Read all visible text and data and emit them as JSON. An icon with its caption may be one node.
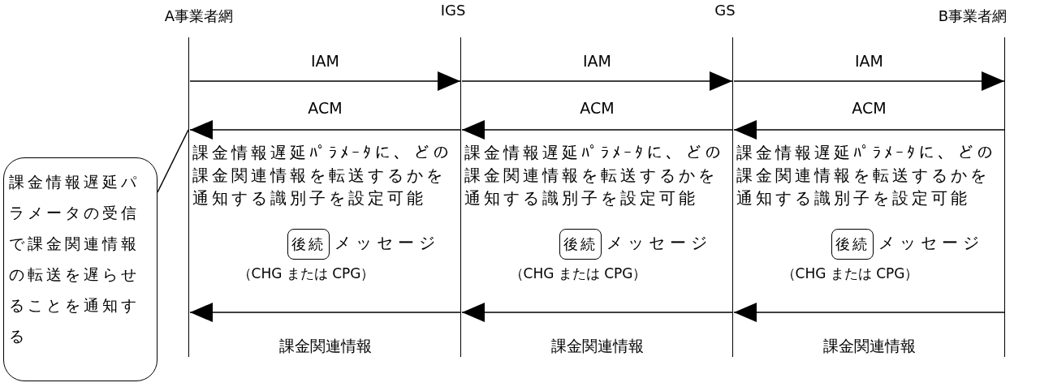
{
  "diagram": {
    "nodes": [
      {
        "text": [
          "A事業者網"
        ]
      },
      {
        "text": [
          "IGS"
        ]
      },
      {
        "text": [
          "GS"
        ]
      },
      {
        "text": [
          "B事業者網"
        ]
      },
      {
        "text": [
          "課金情報遅延パラメータの受信で課金関連情報の転送を遅らせることを通知する"
        ]
      },
      {
        "text": [
          "後続"
        ],
        "beside": [
          "メッセージ",
          "（CHG または CPG）"
        ]
      },
      {
        "text": [
          "後続"
        ],
        "beside": [
          "メッセージ",
          "（CHG または CPG）"
        ]
      },
      {
        "text": [
          "後続"
        ],
        "beside": [
          "メッセージ",
          "（CHG または CPG）"
        ]
      }
    ],
    "edges": [
      {
        "from": 0,
        "to": 1,
        "arrow": "to",
        "label": "IAM"
      },
      {
        "from": 1,
        "to": 2,
        "arrow": "to",
        "label": "IAM"
      },
      {
        "from": 2,
        "to": 3,
        "arrow": "to",
        "label": "IAM"
      },
      {
        "from": 1,
        "to": 0,
        "arrow": "to",
        "label": "ACM"
      },
      {
        "from": 2,
        "to": 1,
        "arrow": "to",
        "label": "ACM"
      },
      {
        "from": 3,
        "to": 2,
        "arrow": "to",
        "label": "ACM"
      },
      {
        "from": 1,
        "to": 0,
        "arrow": "to",
        "label": "課金関連情報"
      },
      {
        "from": 2,
        "to": 1,
        "arrow": "to",
        "label": "課金関連情報"
      },
      {
        "from": 3,
        "to": 2,
        "arrow": "to",
        "label": "課金関連情報"
      },
      {
        "from": 4,
        "to": 0,
        "arrow": "none"
      }
    ],
    "labels": [
      "課金情報遅延ﾊﾟﾗﾒｰﾀに、どの課金関連情報を転送するかを通知する識別子を設定可能",
      "課金情報遅延ﾊﾟﾗﾒｰﾀに、どの課金関連情報を転送するかを通知する識別子を設定可能",
      "課金情報遅延ﾊﾟﾗﾒｰﾀに、どの課金関連情報を転送するかを通知する識別子を設定可能"
    ]
  }
}
